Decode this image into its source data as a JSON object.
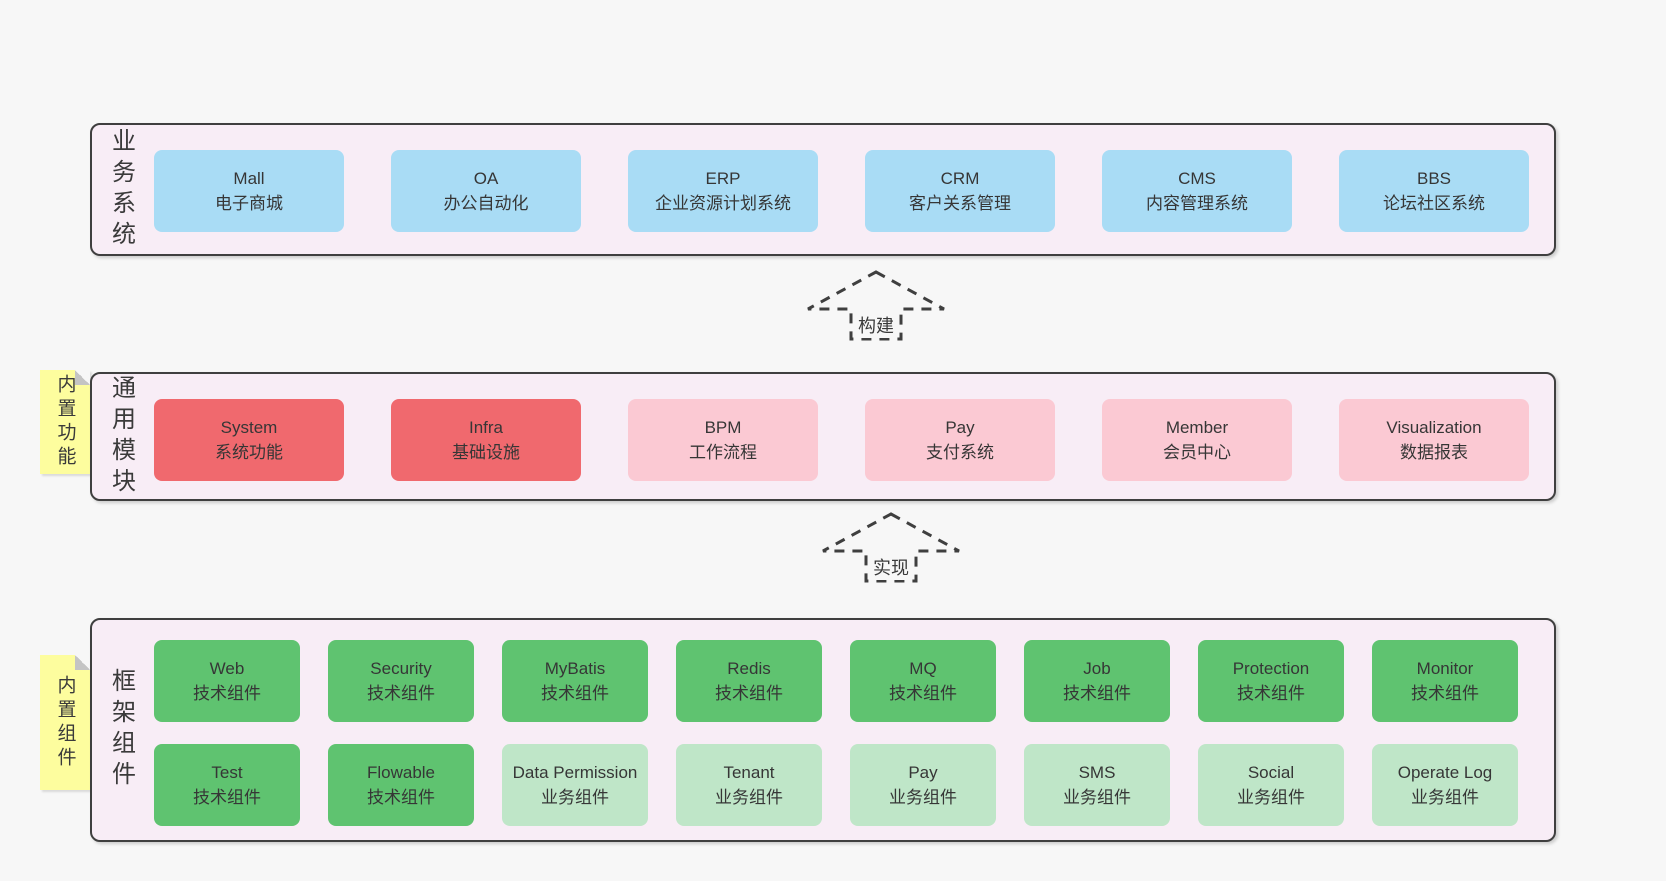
{
  "colors": {
    "canvas": "#f7f7f7",
    "layerFill": "#f8edf6",
    "layerBorder": "#3f3f3f",
    "text": "#3a3a3a",
    "blue": "#a9dcf5",
    "red": "#f0696e",
    "pink": "#fbc9d3",
    "greenDark": "#5fc370",
    "greenLight": "#bfe6c8",
    "tagYellow": "#fdfd9e",
    "foldGray": "#c4c4c4"
  },
  "layers": [
    {
      "label": "业务系统",
      "boxes": [
        {
          "title": "Mall",
          "subtitle": "电子商城"
        },
        {
          "title": "OA",
          "subtitle": "办公自动化"
        },
        {
          "title": "ERP",
          "subtitle": "企业资源计划系统"
        },
        {
          "title": "CRM",
          "subtitle": "客户关系管理"
        },
        {
          "title": "CMS",
          "subtitle": "内容管理系统"
        },
        {
          "title": "BBS",
          "subtitle": "论坛社区系统"
        }
      ]
    },
    {
      "label": "通用模块",
      "tag": "内置功能",
      "boxes": [
        {
          "title": "System",
          "subtitle": "系统功能"
        },
        {
          "title": "Infra",
          "subtitle": "基础设施"
        },
        {
          "title": "BPM",
          "subtitle": "工作流程"
        },
        {
          "title": "Pay",
          "subtitle": "支付系统"
        },
        {
          "title": "Member",
          "subtitle": "会员中心"
        },
        {
          "title": "Visualization",
          "subtitle": "数据报表"
        }
      ]
    },
    {
      "label": "框架组件",
      "tag": "内置组件",
      "boxes": [
        {
          "title": "Web",
          "subtitle": "技术组件"
        },
        {
          "title": "Security",
          "subtitle": "技术组件"
        },
        {
          "title": "MyBatis",
          "subtitle": "技术组件"
        },
        {
          "title": "Redis",
          "subtitle": "技术组件"
        },
        {
          "title": "MQ",
          "subtitle": "技术组件"
        },
        {
          "title": "Job",
          "subtitle": "技术组件"
        },
        {
          "title": "Protection",
          "subtitle": "技术组件"
        },
        {
          "title": "Monitor",
          "subtitle": "技术组件"
        },
        {
          "title": "Test",
          "subtitle": "技术组件"
        },
        {
          "title": "Flowable",
          "subtitle": "技术组件"
        },
        {
          "title": "Data Permission",
          "subtitle": "业务组件"
        },
        {
          "title": "Tenant",
          "subtitle": "业务组件"
        },
        {
          "title": "Pay",
          "subtitle": "业务组件"
        },
        {
          "title": "SMS",
          "subtitle": "业务组件"
        },
        {
          "title": "Social",
          "subtitle": "业务组件"
        },
        {
          "title": "Operate Log",
          "subtitle": "业务组件"
        }
      ]
    }
  ],
  "arrows": [
    {
      "label": "构建"
    },
    {
      "label": "实现"
    }
  ]
}
